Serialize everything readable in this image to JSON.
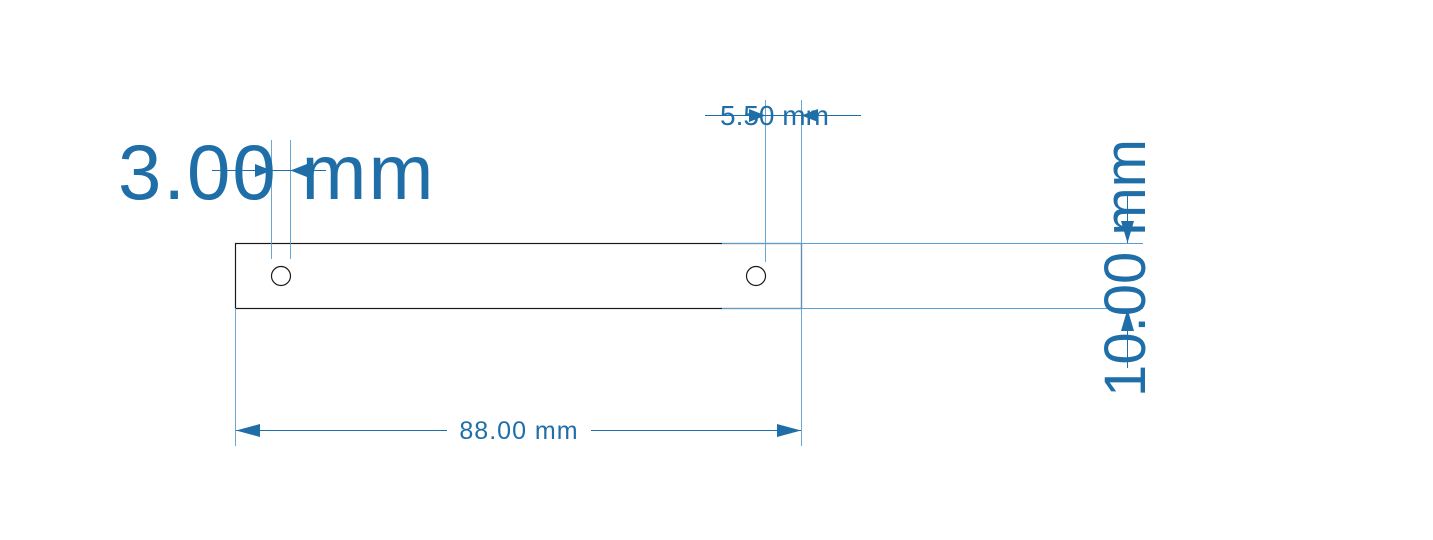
{
  "dimensions": {
    "overall_length": "88.00 mm",
    "overall_height": "10.00 mm",
    "left_hole_offset": "3.00 mm",
    "right_hole_offset": "5.50 mm"
  },
  "colors": {
    "dimension": "#1f6ea8",
    "extension": "#5b9fd0",
    "outline": "#1a1a1a",
    "background": "#ffffff"
  }
}
